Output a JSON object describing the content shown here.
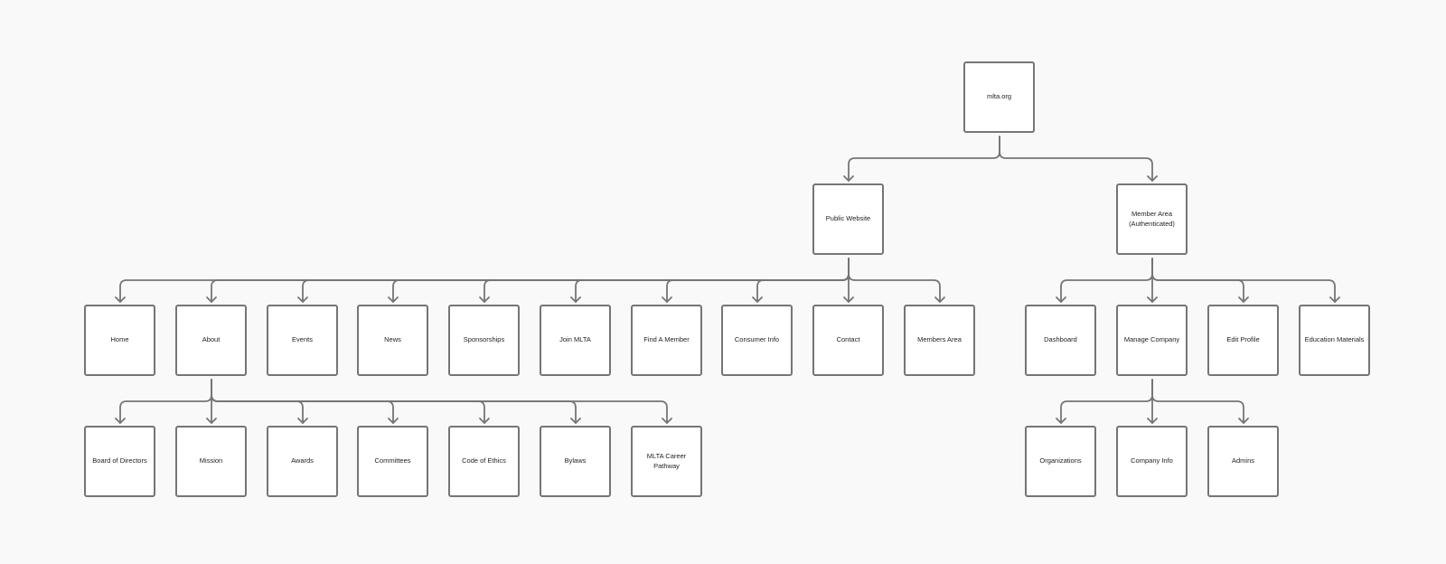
{
  "sitemap": {
    "root": {
      "label": "mlta.org"
    },
    "sections": {
      "public": {
        "label": "Public Website"
      },
      "member": {
        "label": "Member Area\n(Authenticated)"
      }
    },
    "public_pages": [
      {
        "label": "Home"
      },
      {
        "label": "About"
      },
      {
        "label": "Events"
      },
      {
        "label": "News"
      },
      {
        "label": "Sponsorships"
      },
      {
        "label": "Join MLTA"
      },
      {
        "label": "Find A Member"
      },
      {
        "label": "Consumer Info"
      },
      {
        "label": "Contact"
      },
      {
        "label": "Members Area"
      }
    ],
    "about_pages": [
      {
        "label": "Board of Directors"
      },
      {
        "label": "Mission"
      },
      {
        "label": "Awards"
      },
      {
        "label": "Committees"
      },
      {
        "label": "Code of Ethics"
      },
      {
        "label": "Bylaws"
      },
      {
        "label": "MLTA Career Pathway"
      }
    ],
    "member_pages": [
      {
        "label": "Dashboard"
      },
      {
        "label": "Manage Company"
      },
      {
        "label": "Edit Profile"
      },
      {
        "label": "Education Materials"
      }
    ],
    "manage_company_pages": [
      {
        "label": "Organizations"
      },
      {
        "label": "Company Info"
      },
      {
        "label": "Admins"
      }
    ]
  },
  "colors": {
    "background": "#f9f9f9",
    "node_fill": "#ffffff",
    "node_border": "#757575",
    "connector": "#757575",
    "text": "#1e1e1e"
  }
}
